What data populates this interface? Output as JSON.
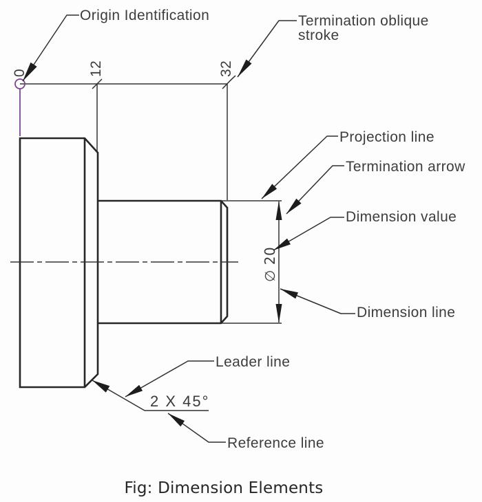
{
  "drawing": {
    "labels": {
      "origin": "Origin Identification",
      "oblique_line1": "Termination oblique",
      "oblique_line2": "stroke",
      "projection": "Projection line",
      "termination_arrow": "Termination arrow",
      "dimension_value": "Dimension value",
      "dimension_line": "Dimension line",
      "leader": "Leader line",
      "reference": "Reference line"
    },
    "values": {
      "origin_zero": "0",
      "dim_12": "12",
      "dim_32": "32",
      "diameter": "∅ 20",
      "chamfer_note": "2 X 45°"
    },
    "caption": "Fig: Dimension Elements",
    "colors": {
      "line": "#2a2a2a",
      "label": "#3d3d3d",
      "origin_accent": "#7c468e",
      "background": "#fdfdfd"
    }
  }
}
